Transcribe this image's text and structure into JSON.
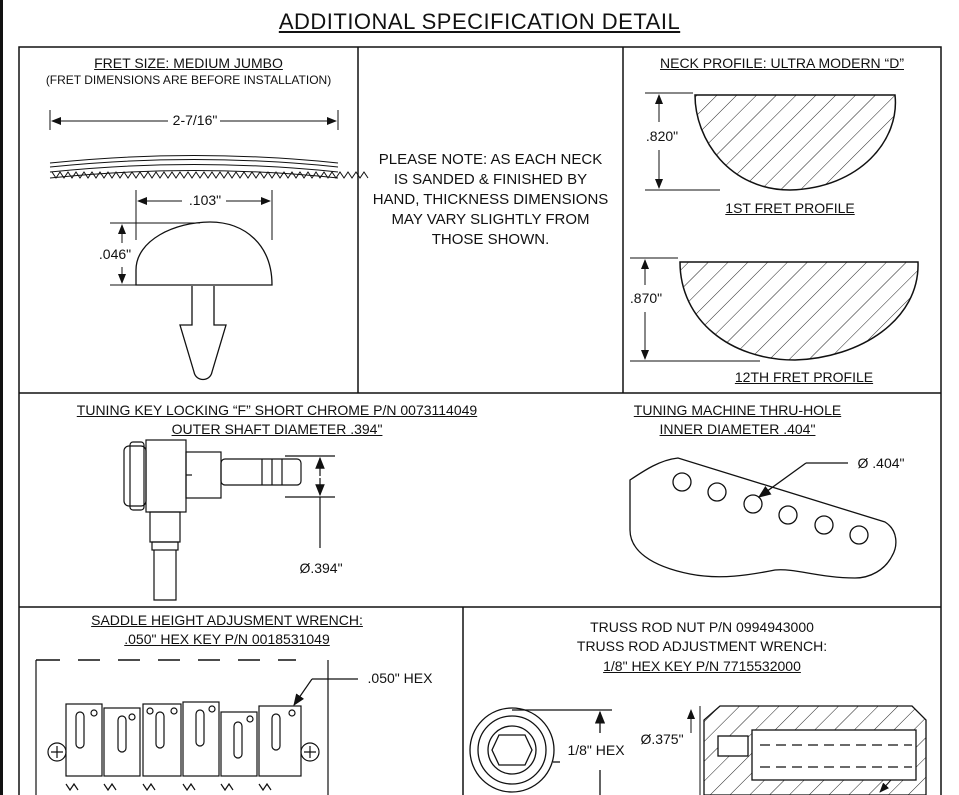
{
  "title": "ADDITIONAL SPECIFICATION DETAIL",
  "fret": {
    "heading": "FRET SIZE: MEDIUM  JUMBO",
    "subheading": "(FRET DIMENSIONS ARE BEFORE INSTALLATION)",
    "width_label": "2-7/16\"",
    "crown_width_label": ".103\"",
    "crown_height_label": ".046\""
  },
  "note": {
    "lines": [
      "PLEASE NOTE: AS EACH NECK",
      "IS SANDED & FINISHED BY",
      "HAND, THICKNESS DIMENSIONS",
      "MAY VARY SLIGHTLY FROM",
      "THOSE SHOWN."
    ]
  },
  "neck": {
    "heading": "NECK PROFILE: ULTRA MODERN “D”",
    "first_fret_thickness": ".820\"",
    "first_fret_label": "1ST FRET PROFILE",
    "twelfth_fret_thickness": ".870\"",
    "twelfth_fret_label": "12TH FRET PROFILE"
  },
  "tuning_key": {
    "heading": "TUNING KEY LOCKING  “F” SHORT CHROME   P/N 0073114049",
    "subheading": "OUTER SHAFT DIAMETER .394\"",
    "diameter_label": "Ø.394\""
  },
  "thru_hole": {
    "heading": "TUNING MACHINE THRU-HOLE",
    "subheading": "INNER DIAMETER .404\"",
    "diameter_label": "Ø  .404\""
  },
  "saddle": {
    "heading": "SADDLE HEIGHT ADJUSMENT WRENCH:",
    "subheading": ".050\" HEX KEY P/N 0018531049",
    "hex_label": ".050\" HEX"
  },
  "truss": {
    "line1": "TRUSS ROD NUT P/N 0994943000",
    "line2": "TRUSS ROD ADJUSTMENT WRENCH:",
    "line3": "1/8\" HEX  KEY P/N 7715532000",
    "hex_label": "1/8\" HEX",
    "diameter_label": "Ø.375\""
  }
}
